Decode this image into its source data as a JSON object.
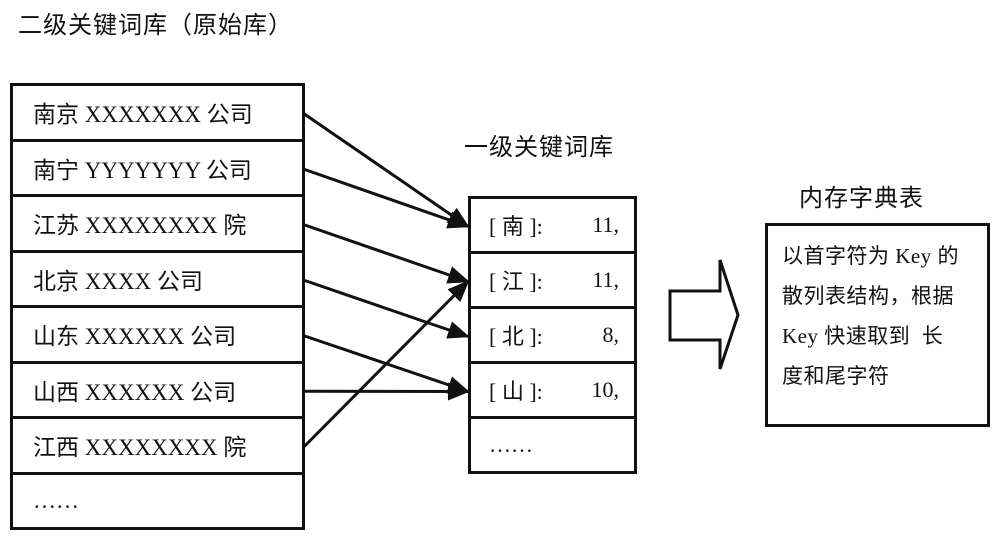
{
  "page_title": "二级关键词库（原始库）",
  "left_box": {
    "rows": [
      "南京 XXXXXXX 公司",
      "南宁 YYYYYYY 公司",
      "江苏 XXXXXXXX 院",
      "北京 XXXX 公司",
      "山东 XXXXXX 公司",
      "山西 XXXXXX 公司",
      "江西 XXXXXXXX 院",
      "……"
    ]
  },
  "middle_box": {
    "title": "一级关键词库",
    "rows": [
      {
        "label": "[ 南 ]:",
        "value": "11,"
      },
      {
        "label": "[ 江 ]:",
        "value": "11,"
      },
      {
        "label": "[ 北 ]:",
        "value": "8,"
      },
      {
        "label": "[ 山 ]:",
        "value": "10,"
      },
      {
        "label": "……",
        "value": ""
      }
    ]
  },
  "memory_box": {
    "title": "内存字典表",
    "lines": [
      "以首字符为 Key 的",
      "散列表结构，根据",
      "Key 快速取到  长",
      "度和尾字符"
    ]
  },
  "arrows": [
    {
      "from": "L0",
      "to": "K0"
    },
    {
      "from": "L1",
      "to": "K0"
    },
    {
      "from": "L2",
      "to": "K1"
    },
    {
      "from": "L3",
      "to": "K2"
    },
    {
      "from": "L4",
      "to": "K3"
    },
    {
      "from": "L5",
      "to": "K3"
    },
    {
      "from": "L6",
      "to": "K1"
    }
  ],
  "icons": {
    "flow_arrow": "block-right-arrow"
  },
  "colors": {
    "ink": "#111111",
    "background": "#ffffff"
  }
}
